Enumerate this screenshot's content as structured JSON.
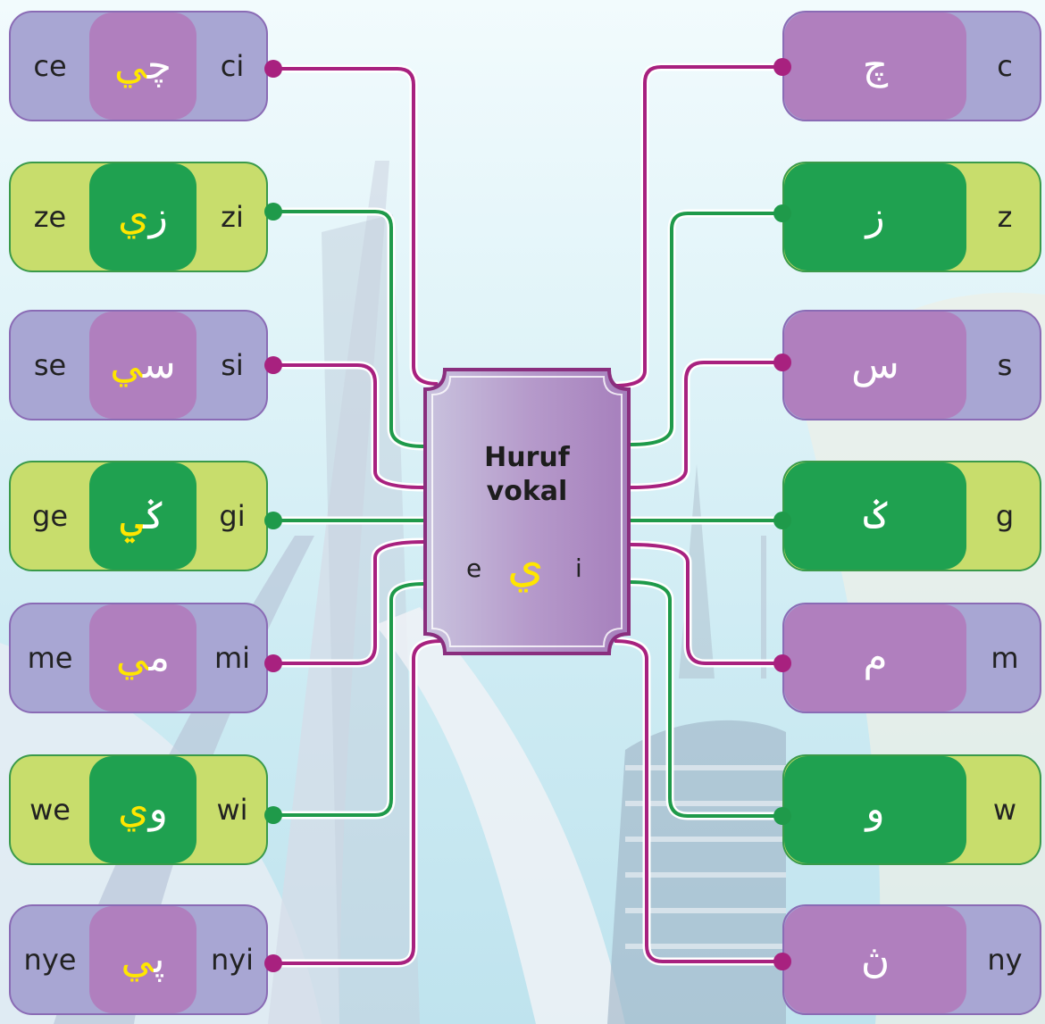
{
  "center": {
    "title_line1": "Huruf",
    "title_line2": "vokal",
    "vowel_left": "e",
    "vowel_jawi": "ي",
    "vowel_right": "i"
  },
  "left_syllables": [
    {
      "before": "ce",
      "jawi_base": "چ",
      "jawi_ya": "ي",
      "after": "ci",
      "theme": "purple"
    },
    {
      "before": "ze",
      "jawi_base": "ز",
      "jawi_ya": "ي",
      "after": "zi",
      "theme": "green"
    },
    {
      "before": "se",
      "jawi_base": "س",
      "jawi_ya": "ي",
      "after": "si",
      "theme": "purple"
    },
    {
      "before": "ge",
      "jawi_base": "ݢ",
      "jawi_ya": "ي",
      "after": "gi",
      "theme": "green"
    },
    {
      "before": "me",
      "jawi_base": "م",
      "jawi_ya": "ي",
      "after": "mi",
      "theme": "purple"
    },
    {
      "before": "we",
      "jawi_base": "و",
      "jawi_ya": "ي",
      "after": "wi",
      "theme": "green"
    },
    {
      "before": "nye",
      "jawi_base": "ڽ",
      "jawi_ya": "ي",
      "after": "nyi",
      "theme": "purple"
    }
  ],
  "right_letters": [
    {
      "jawi": "چ",
      "latin": "c",
      "theme": "purple"
    },
    {
      "jawi": "ز",
      "latin": "z",
      "theme": "green"
    },
    {
      "jawi": "س",
      "latin": "s",
      "theme": "purple"
    },
    {
      "jawi": "ݢ",
      "latin": "g",
      "theme": "green"
    },
    {
      "jawi": "م",
      "latin": "m",
      "theme": "purple"
    },
    {
      "jawi": "و",
      "latin": "w",
      "theme": "green"
    },
    {
      "jawi": "ڽ",
      "latin": "ny",
      "theme": "purple"
    }
  ],
  "colors": {
    "purple_card": "#a8a6d3",
    "purple_inner": "#b07fbe",
    "purple_wire": "#a8217f",
    "green_card": "#c8dd6c",
    "green_inner": "#1fa150",
    "green_wire": "#1f9a4a",
    "ya_highlight": "#ffe600"
  }
}
